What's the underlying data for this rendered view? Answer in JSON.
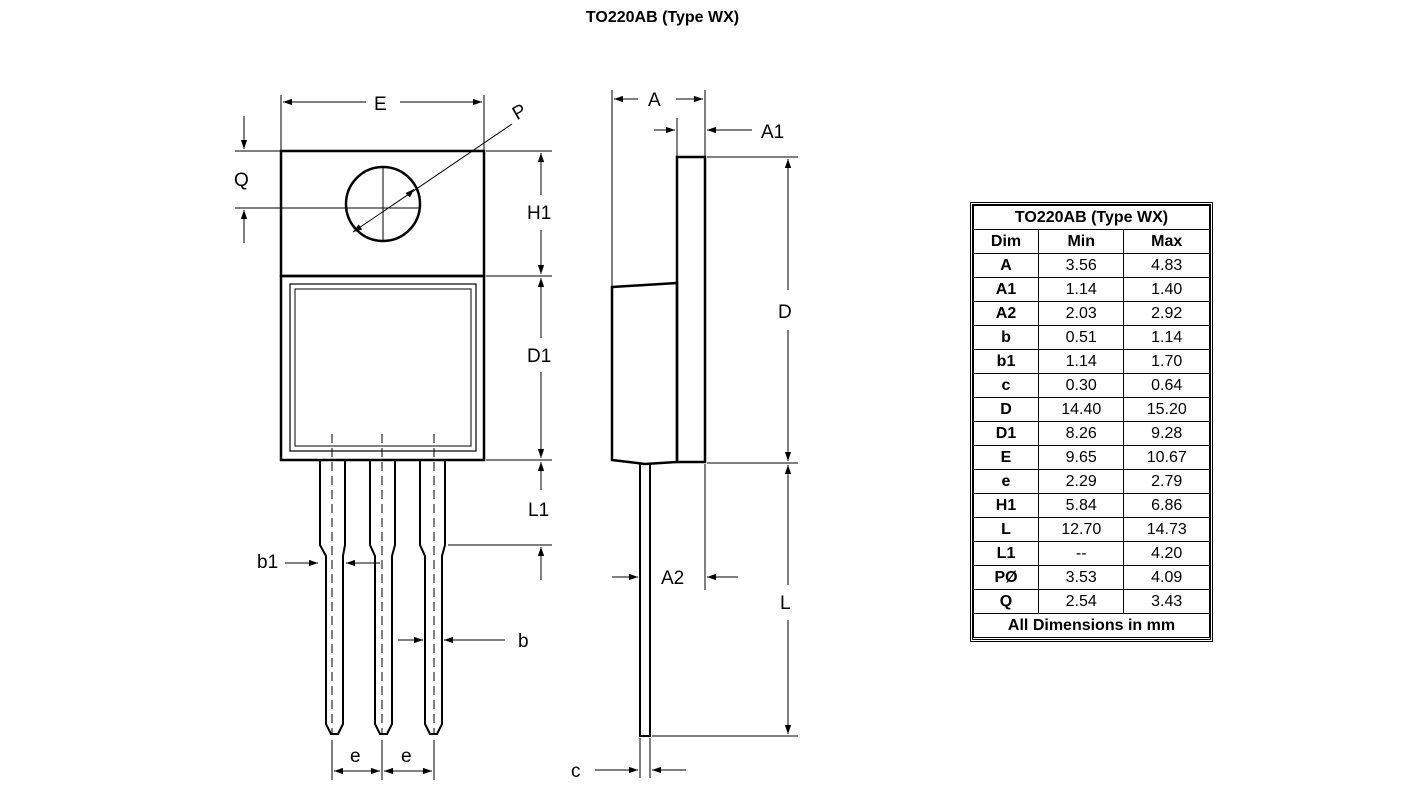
{
  "page_title": "TO220AB (Type WX)",
  "diagram": {
    "labels": {
      "E": "E",
      "P": "P",
      "Q": "Q",
      "H1": "H1",
      "D1": "D1",
      "L1": "L1",
      "b1": "b1",
      "b": "b",
      "e_left": "e",
      "e_right": "e",
      "A": "A",
      "A1": "A1",
      "D": "D",
      "A2": "A2",
      "L": "L",
      "c": "c"
    }
  },
  "table": {
    "title": "TO220AB (Type WX)",
    "headers": [
      "Dim",
      "Min",
      "Max"
    ],
    "rows": [
      [
        "A",
        "3.56",
        "4.83"
      ],
      [
        "A1",
        "1.14",
        "1.40"
      ],
      [
        "A2",
        "2.03",
        "2.92"
      ],
      [
        "b",
        "0.51",
        "1.14"
      ],
      [
        "b1",
        "1.14",
        "1.70"
      ],
      [
        "c",
        "0.30",
        "0.64"
      ],
      [
        "D",
        "14.40",
        "15.20"
      ],
      [
        "D1",
        "8.26",
        "9.28"
      ],
      [
        "E",
        "9.65",
        "10.67"
      ],
      [
        "e",
        "2.29",
        "2.79"
      ],
      [
        "H1",
        "5.84",
        "6.86"
      ],
      [
        "L",
        "12.70",
        "14.73"
      ],
      [
        "L1",
        "--",
        "4.20"
      ],
      [
        "PØ",
        "3.53",
        "4.09"
      ],
      [
        "Q",
        "2.54",
        "3.43"
      ]
    ],
    "footer": "All Dimensions in mm"
  }
}
